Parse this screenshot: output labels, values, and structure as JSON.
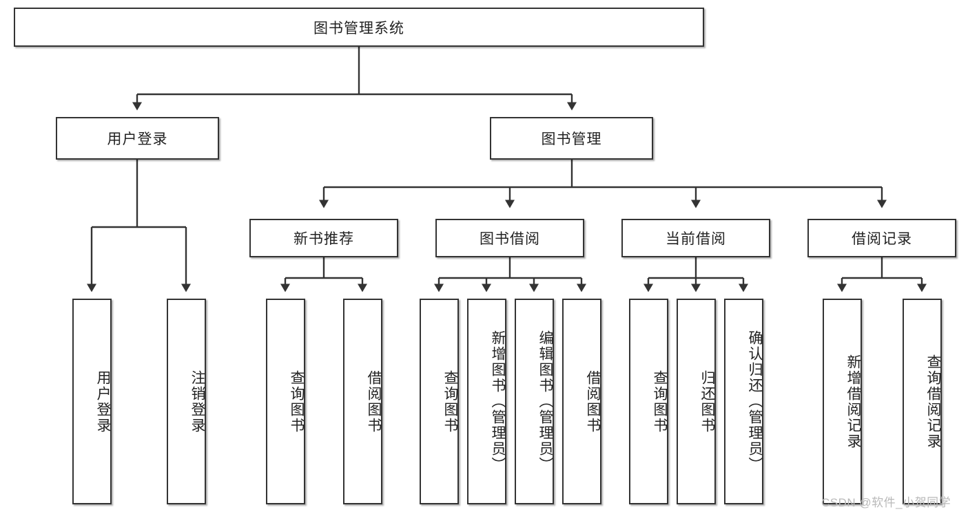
{
  "diagram": {
    "type": "tree-hierarchy-chart",
    "title": "图书管理系统",
    "line_color": "#333333",
    "box_fill": "#ffffff",
    "text_color": "#222222",
    "root": {
      "id": "root",
      "label": "图书管理系统"
    },
    "level2": [
      {
        "id": "user-login",
        "label": "用户登录"
      },
      {
        "id": "book-management",
        "label": "图书管理"
      }
    ],
    "level3": [
      {
        "id": "new-book-recommend",
        "label": "新书推荐",
        "parent": "book-management"
      },
      {
        "id": "book-borrow",
        "label": "图书借阅",
        "parent": "book-management"
      },
      {
        "id": "current-borrow",
        "label": "当前借阅",
        "parent": "book-management"
      },
      {
        "id": "borrow-record",
        "label": "借阅记录",
        "parent": "book-management"
      }
    ],
    "leaves": {
      "user_login": [
        {
          "id": "leaf-user-login",
          "label": "用户登录"
        },
        {
          "id": "leaf-user-logout",
          "label": "注销登录"
        }
      ],
      "new_book_recommend": [
        {
          "id": "leaf-query-book-1",
          "label": "查询图书"
        },
        {
          "id": "leaf-borrow-book-1",
          "label": "借阅图书"
        }
      ],
      "book_borrow": [
        {
          "id": "leaf-query-book-2",
          "label": "查询图书"
        },
        {
          "id": "leaf-add-book",
          "label": "新增图书（管理员）"
        },
        {
          "id": "leaf-edit-book",
          "label": "编辑图书（管理员）"
        },
        {
          "id": "leaf-borrow-book-2",
          "label": "借阅图书"
        }
      ],
      "current_borrow": [
        {
          "id": "leaf-query-book-3",
          "label": "查询图书"
        },
        {
          "id": "leaf-return-book",
          "label": "归还图书"
        },
        {
          "id": "leaf-confirm-return",
          "label": "确认归还（管理员）"
        }
      ],
      "borrow_record": [
        {
          "id": "leaf-add-record",
          "label": "新增借阅记录"
        },
        {
          "id": "leaf-query-record",
          "label": "查询借阅记录"
        }
      ]
    }
  },
  "watermark": {
    "text": "CSDN @软件_小贺同学"
  }
}
